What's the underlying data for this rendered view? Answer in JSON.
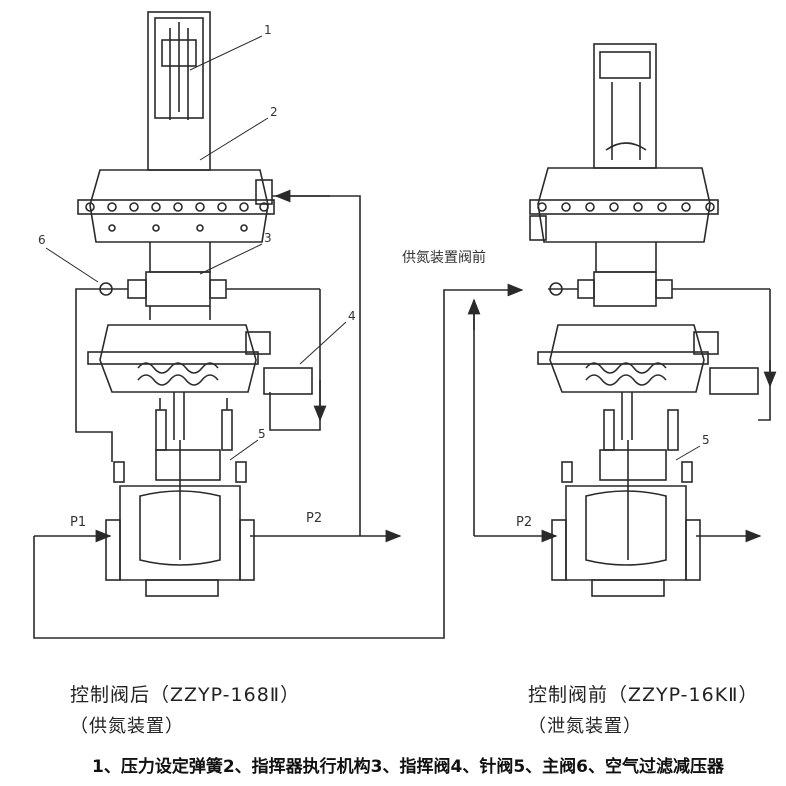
{
  "left_unit": {
    "caption": "控制阀后（ZZYP-168Ⅱ）",
    "subcaption": "（供氮装置）",
    "port_in": "P1",
    "port_out": "P2"
  },
  "right_unit": {
    "caption": "控制阀前（ZZYP-16KⅡ）",
    "subcaption": "（泄氮装置）",
    "port_in": "P2",
    "side_label": "供氮装置阀前"
  },
  "callouts": {
    "c1": "1",
    "c2": "2",
    "c3": "3",
    "c4": "4",
    "c5": "5",
    "c6": "6",
    "r5": "5"
  },
  "legend": "1、压力设定弹簧2、指挥器执行机构3、指挥阀4、针阀5、主阀6、空气过滤减压器",
  "colors": {
    "line": "#2a2a2a",
    "background": "#ffffff"
  }
}
